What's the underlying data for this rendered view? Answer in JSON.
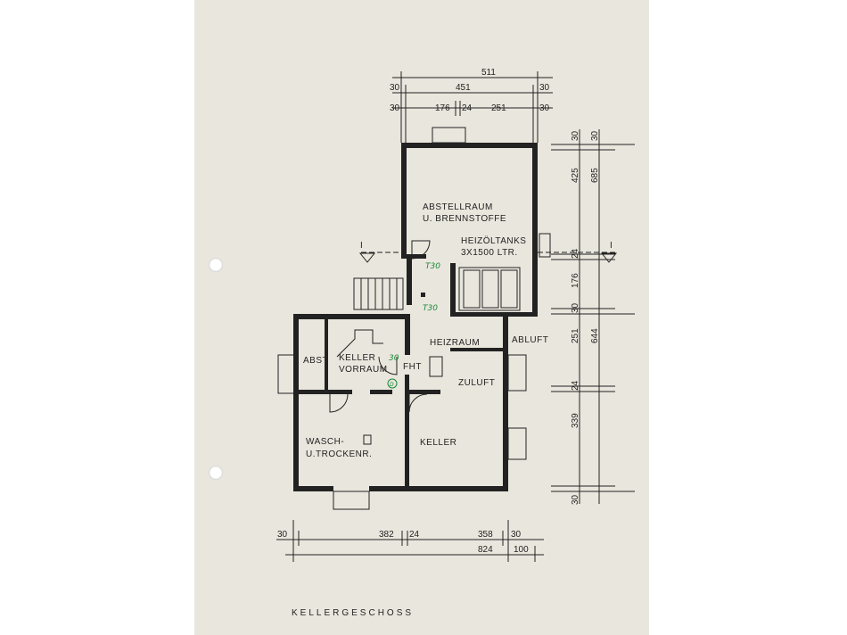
{
  "page": {
    "title": "KELLERGESCHOSS"
  },
  "rooms": {
    "abstellraum": "ABSTELLRAUM",
    "brennstoffe": "U. BRENNSTOFFE",
    "heizoeltanks": "HEIZÖLTANKS",
    "tanks_volume": "3X1500 LTR.",
    "heizraum": "HEIZRAUM",
    "abluft": "ABLUFT",
    "zuluft": "ZULUFT",
    "abst": "ABST",
    "keller_vorraum_1": "KELLER",
    "keller_vorraum_2": "VORRAUM",
    "fht": "FHT",
    "wasch_1": "WASCH-",
    "wasch_2": "U.TROCKENR.",
    "keller": "KELLER"
  },
  "section_marks": {
    "left": "I",
    "right": "I"
  },
  "annotations": {
    "t30_upper": "T30",
    "t30_lower": "T30",
    "door_30": "30",
    "circle_mark": "D"
  },
  "dimensions": {
    "top": {
      "overall": "511",
      "row2": [
        "30",
        "451",
        "30"
      ],
      "row3": [
        "30",
        "176",
        "24",
        "251",
        "30"
      ]
    },
    "right": {
      "inner_col": [
        "30",
        "425",
        "24",
        "176",
        "30",
        "251",
        "24",
        "339",
        "30"
      ],
      "outer_col": [
        "685",
        "644"
      ]
    },
    "bottom": {
      "row1": [
        "30",
        "382",
        "24",
        "358",
        "30"
      ],
      "row2": [
        "824",
        "100"
      ]
    }
  },
  "colors": {
    "paper": "#e9e6dd",
    "ink": "#222222",
    "handwriting": "#1a8a3a"
  }
}
